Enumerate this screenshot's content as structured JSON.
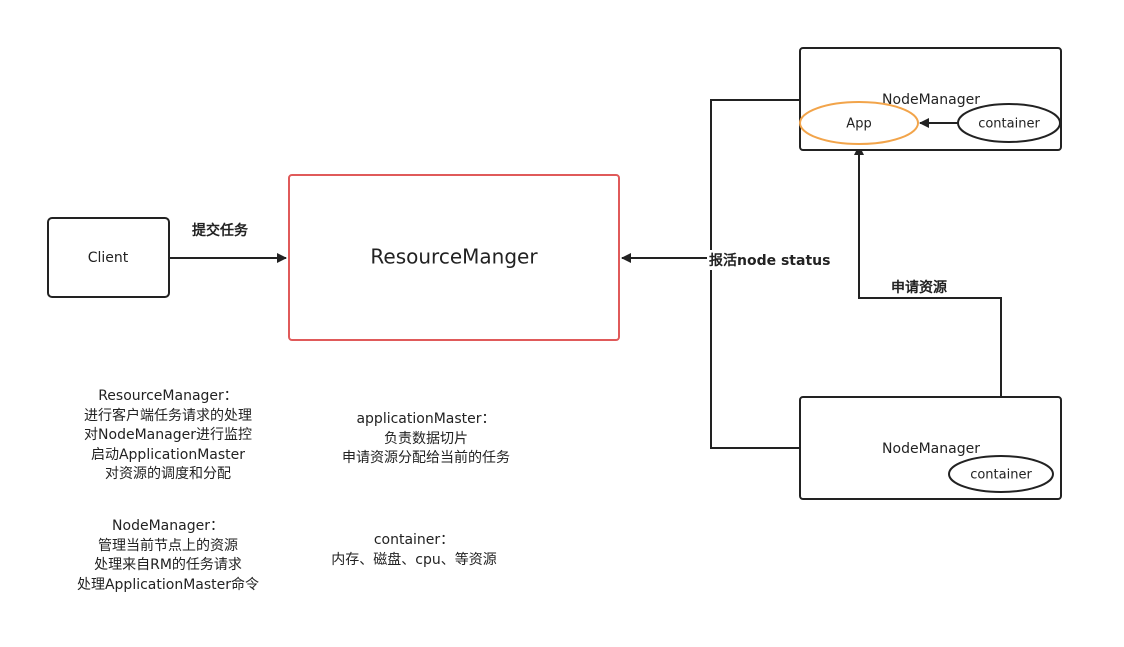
{
  "colors": {
    "stroke": "#222222",
    "resource_manager_border": "#e05a5a",
    "app_border": "#f2a44a",
    "background": "#ffffff"
  },
  "nodes": {
    "client": "Client",
    "resource_manager": "ResourceManger",
    "node_manager_top": "NodeManager",
    "node_manager_bottom": "NodeManager",
    "app": "App",
    "container_top": "container",
    "container_bottom": "container"
  },
  "edges": {
    "submit_task": "提交任务",
    "report_status": "报活node status",
    "request_resource": "申请资源"
  },
  "notes": {
    "resource_manager": {
      "title": "ResourceManager：",
      "lines": [
        "进行客户端任务请求的处理",
        "对NodeManager进行监控",
        "启动ApplicationMaster",
        "对资源的调度和分配"
      ]
    },
    "application_master": {
      "title": "applicationMaster：",
      "lines": [
        "负责数据切片",
        "申请资源分配给当前的任务"
      ]
    },
    "node_manager": {
      "title": "NodeManager：",
      "lines": [
        "管理当前节点上的资源",
        "处理来自RM的任务请求",
        "处理ApplicationMaster命令"
      ]
    },
    "container": {
      "title": "container：",
      "lines": [
        "内存、磁盘、cpu、等资源"
      ]
    }
  }
}
